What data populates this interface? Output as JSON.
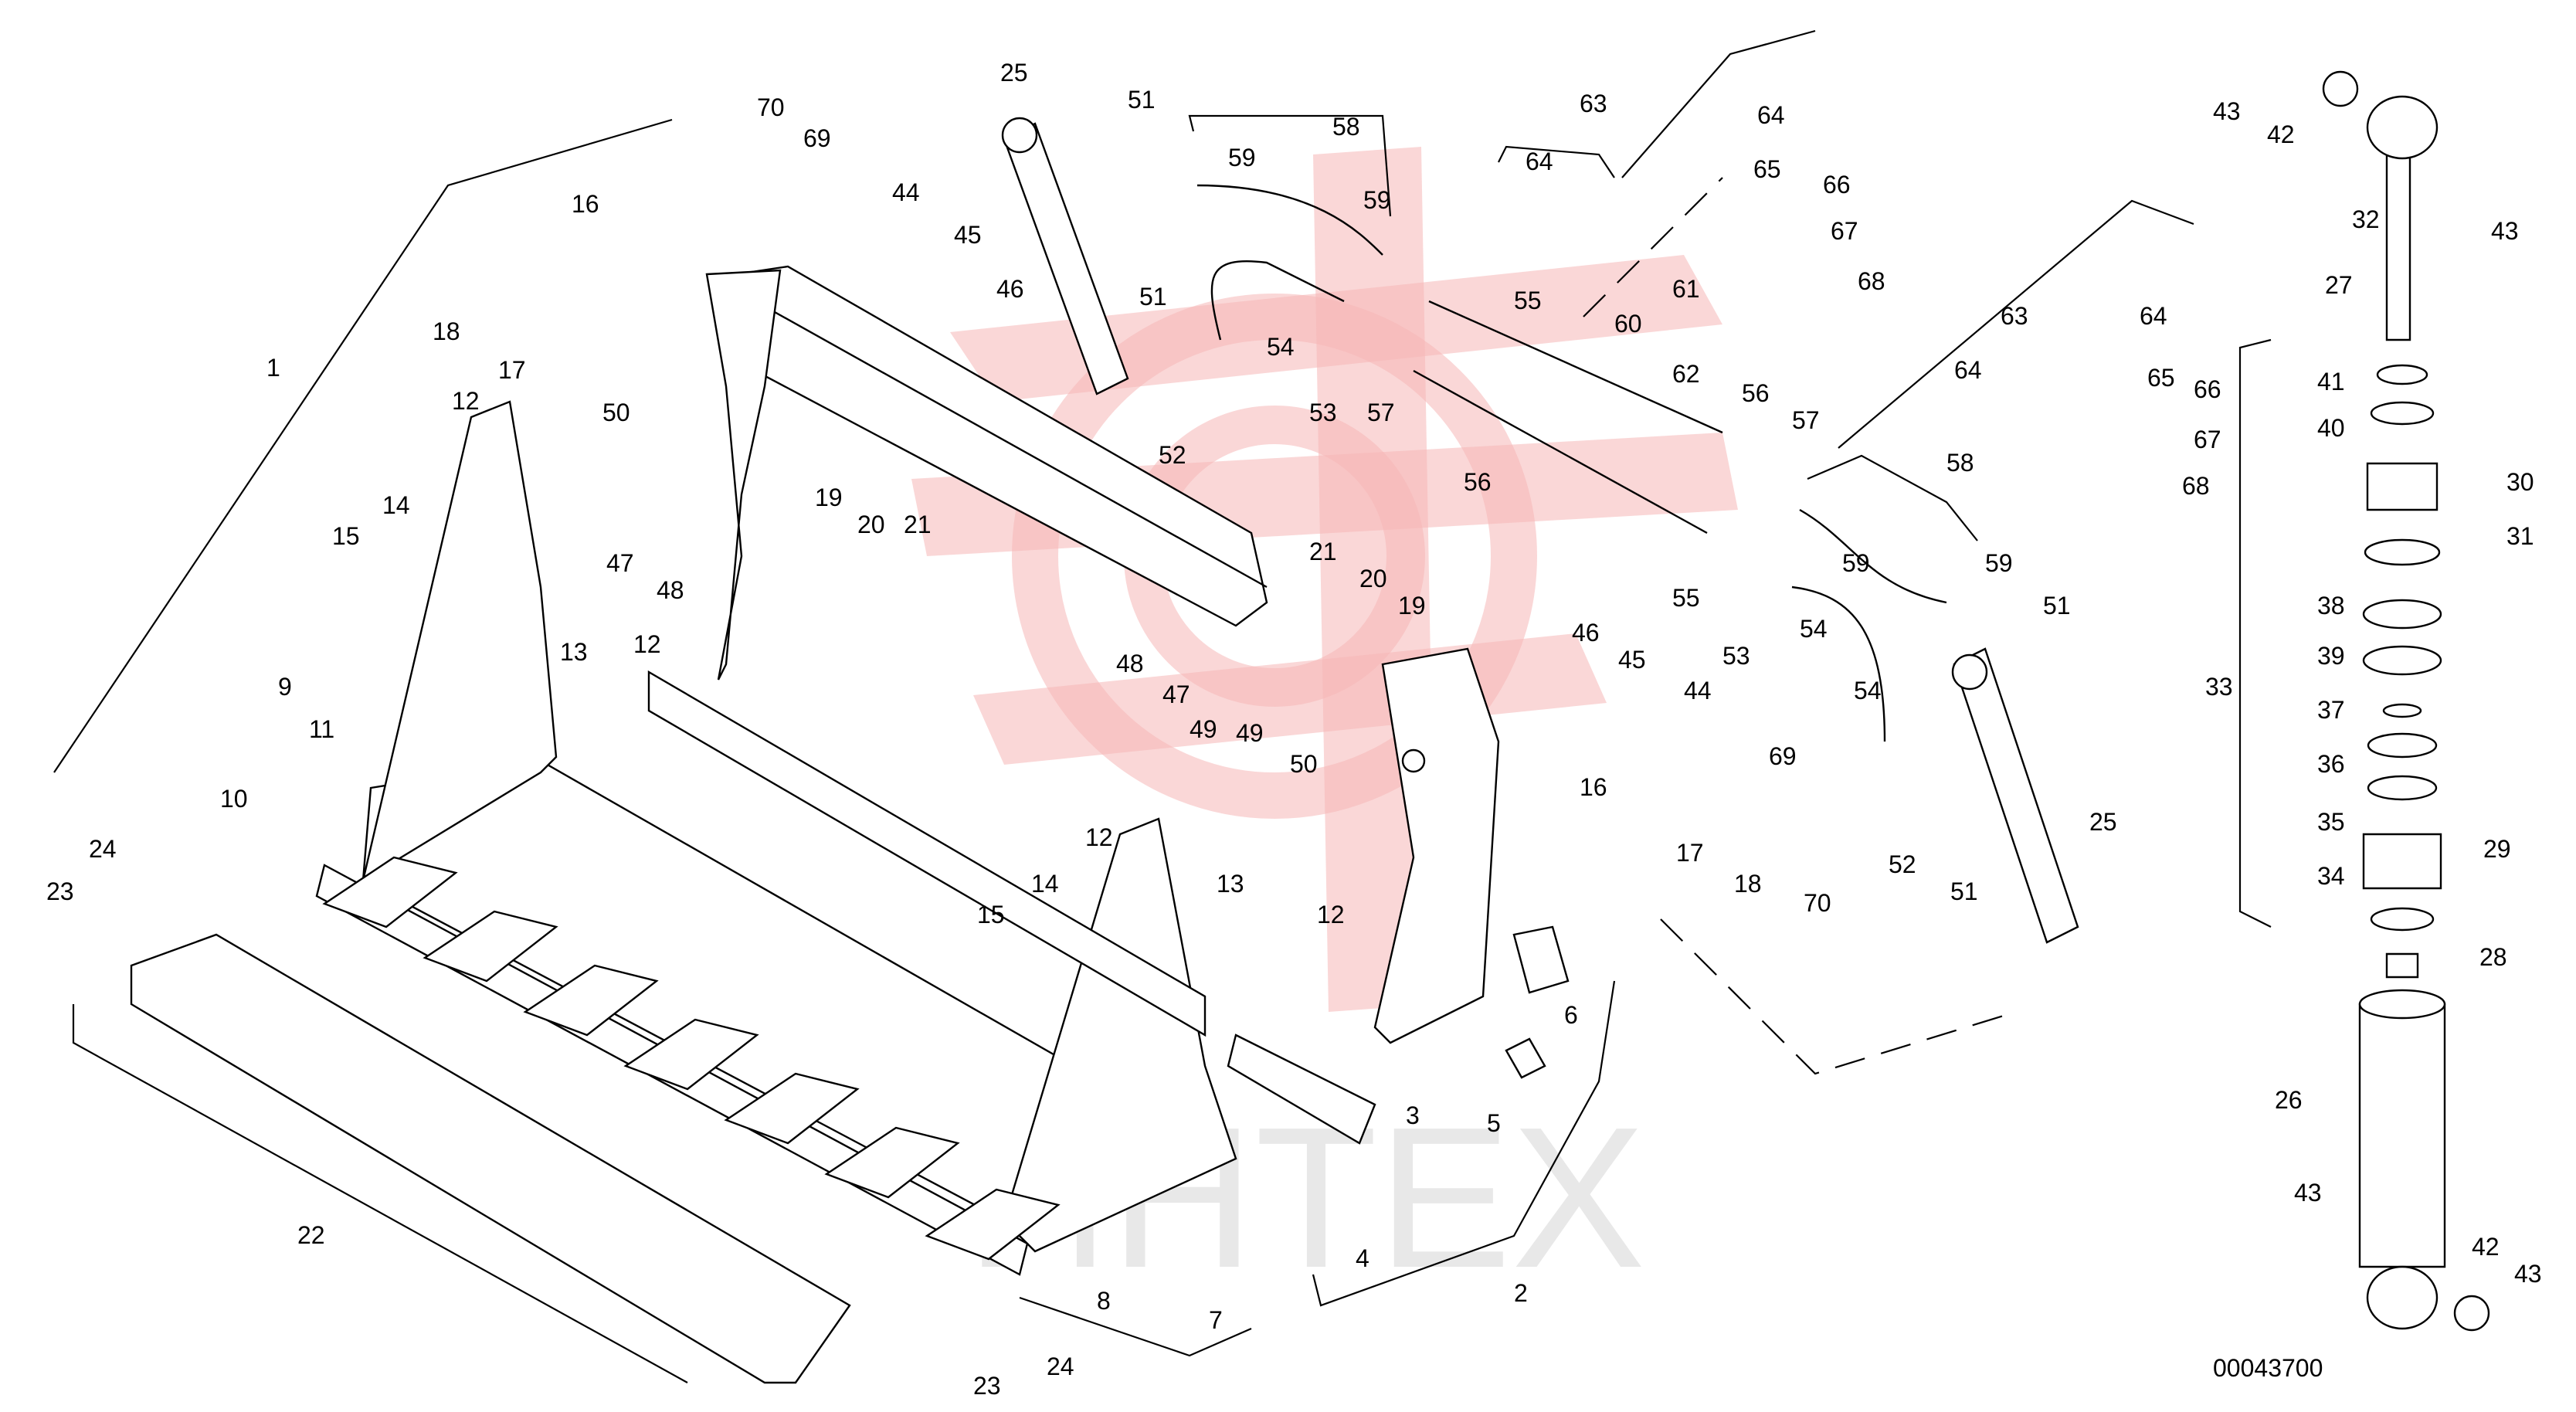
{
  "drawing_number": "00043700",
  "watermark_text": "ИНТЕХ",
  "callouts": [
    {
      "num": "1"
    },
    {
      "num": "2"
    },
    {
      "num": "3"
    },
    {
      "num": "4"
    },
    {
      "num": "5"
    },
    {
      "num": "6"
    },
    {
      "num": "7"
    },
    {
      "num": "8"
    },
    {
      "num": "9"
    },
    {
      "num": "10"
    },
    {
      "num": "11"
    },
    {
      "num": "12"
    },
    {
      "num": "12"
    },
    {
      "num": "12"
    },
    {
      "num": "12"
    },
    {
      "num": "13"
    },
    {
      "num": "13"
    },
    {
      "num": "14"
    },
    {
      "num": "14"
    },
    {
      "num": "15"
    },
    {
      "num": "15"
    },
    {
      "num": "16"
    },
    {
      "num": "16"
    },
    {
      "num": "17"
    },
    {
      "num": "17"
    },
    {
      "num": "18"
    },
    {
      "num": "18"
    },
    {
      "num": "19"
    },
    {
      "num": "19"
    },
    {
      "num": "20"
    },
    {
      "num": "20"
    },
    {
      "num": "21"
    },
    {
      "num": "21"
    },
    {
      "num": "22"
    },
    {
      "num": "23"
    },
    {
      "num": "23"
    },
    {
      "num": "24"
    },
    {
      "num": "24"
    },
    {
      "num": "25"
    },
    {
      "num": "25"
    },
    {
      "num": "26"
    },
    {
      "num": "27"
    },
    {
      "num": "28"
    },
    {
      "num": "29"
    },
    {
      "num": "30"
    },
    {
      "num": "31"
    },
    {
      "num": "32"
    },
    {
      "num": "33"
    },
    {
      "num": "34"
    },
    {
      "num": "35"
    },
    {
      "num": "36"
    },
    {
      "num": "37"
    },
    {
      "num": "38"
    },
    {
      "num": "39"
    },
    {
      "num": "40"
    },
    {
      "num": "41"
    },
    {
      "num": "42"
    },
    {
      "num": "42"
    },
    {
      "num": "43"
    },
    {
      "num": "43"
    },
    {
      "num": "43"
    },
    {
      "num": "43"
    },
    {
      "num": "44"
    },
    {
      "num": "44"
    },
    {
      "num": "45"
    },
    {
      "num": "45"
    },
    {
      "num": "46"
    },
    {
      "num": "46"
    },
    {
      "num": "47"
    },
    {
      "num": "47"
    },
    {
      "num": "48"
    },
    {
      "num": "48"
    },
    {
      "num": "49"
    },
    {
      "num": "49"
    },
    {
      "num": "50"
    },
    {
      "num": "50"
    },
    {
      "num": "51"
    },
    {
      "num": "51"
    },
    {
      "num": "51"
    },
    {
      "num": "51"
    },
    {
      "num": "52"
    },
    {
      "num": "52"
    },
    {
      "num": "53"
    },
    {
      "num": "53"
    },
    {
      "num": "54"
    },
    {
      "num": "54"
    },
    {
      "num": "54"
    },
    {
      "num": "55"
    },
    {
      "num": "55"
    },
    {
      "num": "56"
    },
    {
      "num": "56"
    },
    {
      "num": "57"
    },
    {
      "num": "57"
    },
    {
      "num": "58"
    },
    {
      "num": "58"
    },
    {
      "num": "59"
    },
    {
      "num": "59"
    },
    {
      "num": "59"
    },
    {
      "num": "59"
    },
    {
      "num": "60"
    },
    {
      "num": "61"
    },
    {
      "num": "62"
    },
    {
      "num": "63"
    },
    {
      "num": "63"
    },
    {
      "num": "64"
    },
    {
      "num": "64"
    },
    {
      "num": "64"
    },
    {
      "num": "64"
    },
    {
      "num": "65"
    },
    {
      "num": "65"
    },
    {
      "num": "66"
    },
    {
      "num": "66"
    },
    {
      "num": "67"
    },
    {
      "num": "67"
    },
    {
      "num": "68"
    },
    {
      "num": "68"
    },
    {
      "num": "69"
    },
    {
      "num": "69"
    },
    {
      "num": "70"
    },
    {
      "num": "70"
    }
  ]
}
